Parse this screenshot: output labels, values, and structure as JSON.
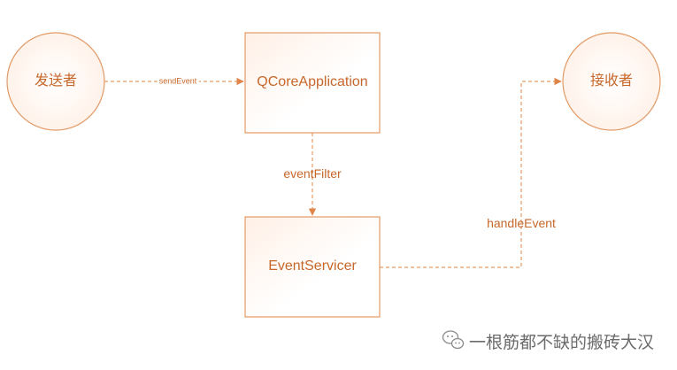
{
  "colors": {
    "stroke": "#e29a65",
    "text": "#c7672a",
    "fill_light": "#fff6f0",
    "watermark": "#6b6b6b"
  },
  "diagram": {
    "nodes": {
      "sender": "发送者",
      "core_app": "QCoreApplication",
      "servicer": "EventServicer",
      "receiver": "接收者"
    },
    "edges": {
      "send": "sendEvent",
      "filter": "eventFilter",
      "handle": "handleEvent"
    }
  },
  "watermark": {
    "icon": "wechat-icon",
    "text": "一根筋都不缺的搬砖大汉"
  }
}
